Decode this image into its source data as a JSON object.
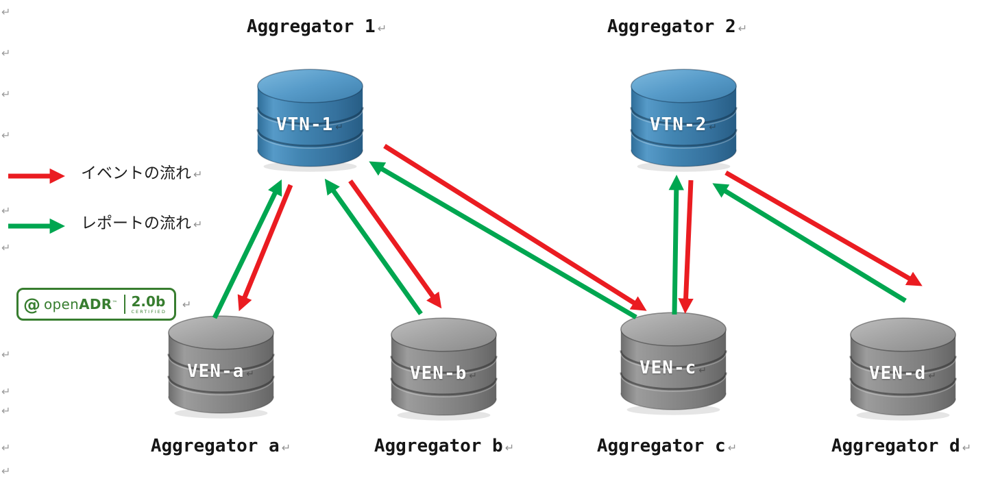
{
  "marks": {
    "glyph": "↵"
  },
  "legend": {
    "event": {
      "label": "イベントの流れ"
    },
    "report": {
      "label": "レポートの流れ"
    }
  },
  "flows": {
    "event_color": "#ea1c21",
    "report_color": "#00a650",
    "edges": [
      {
        "type": "event",
        "from": "VTN-1",
        "to": "VEN-a"
      },
      {
        "type": "report",
        "from": "VEN-a",
        "to": "VTN-1"
      },
      {
        "type": "event",
        "from": "VTN-1",
        "to": "VEN-b"
      },
      {
        "type": "report",
        "from": "VEN-b",
        "to": "VTN-1"
      },
      {
        "type": "event",
        "from": "VTN-1",
        "to": "VEN-c"
      },
      {
        "type": "report",
        "from": "VEN-c",
        "to": "VTN-1"
      },
      {
        "type": "event",
        "from": "VTN-2",
        "to": "VEN-c"
      },
      {
        "type": "report",
        "from": "VEN-c",
        "to": "VTN-2"
      },
      {
        "type": "event",
        "from": "VTN-2",
        "to": "VEN-d"
      },
      {
        "type": "report",
        "from": "VEN-d",
        "to": "VTN-2"
      }
    ]
  },
  "nodes": {
    "vtn1": {
      "type": "VTN",
      "label": "VTN-1",
      "title": "Aggregator 1"
    },
    "vtn2": {
      "type": "VTN",
      "label": "VTN-2",
      "title": "Aggregator 2"
    },
    "ven_a": {
      "type": "VEN",
      "label": "VEN-a",
      "title": "Aggregator a"
    },
    "ven_b": {
      "type": "VEN",
      "label": "VEN-b",
      "title": "Aggregator b"
    },
    "ven_c": {
      "type": "VEN",
      "label": "VEN-c",
      "title": "Aggregator c"
    },
    "ven_d": {
      "type": "VEN",
      "label": "VEN-d",
      "title": "Aggregator d"
    }
  },
  "logo": {
    "icon_glyph": "@",
    "open": "open",
    "adr": "ADR",
    "tm": "™",
    "version": "2.0b",
    "certified": "CERTIFIED",
    "color": "#377d2f"
  },
  "colors": {
    "vtn_fill": "#3f7fac",
    "ven_fill": "#868686"
  }
}
